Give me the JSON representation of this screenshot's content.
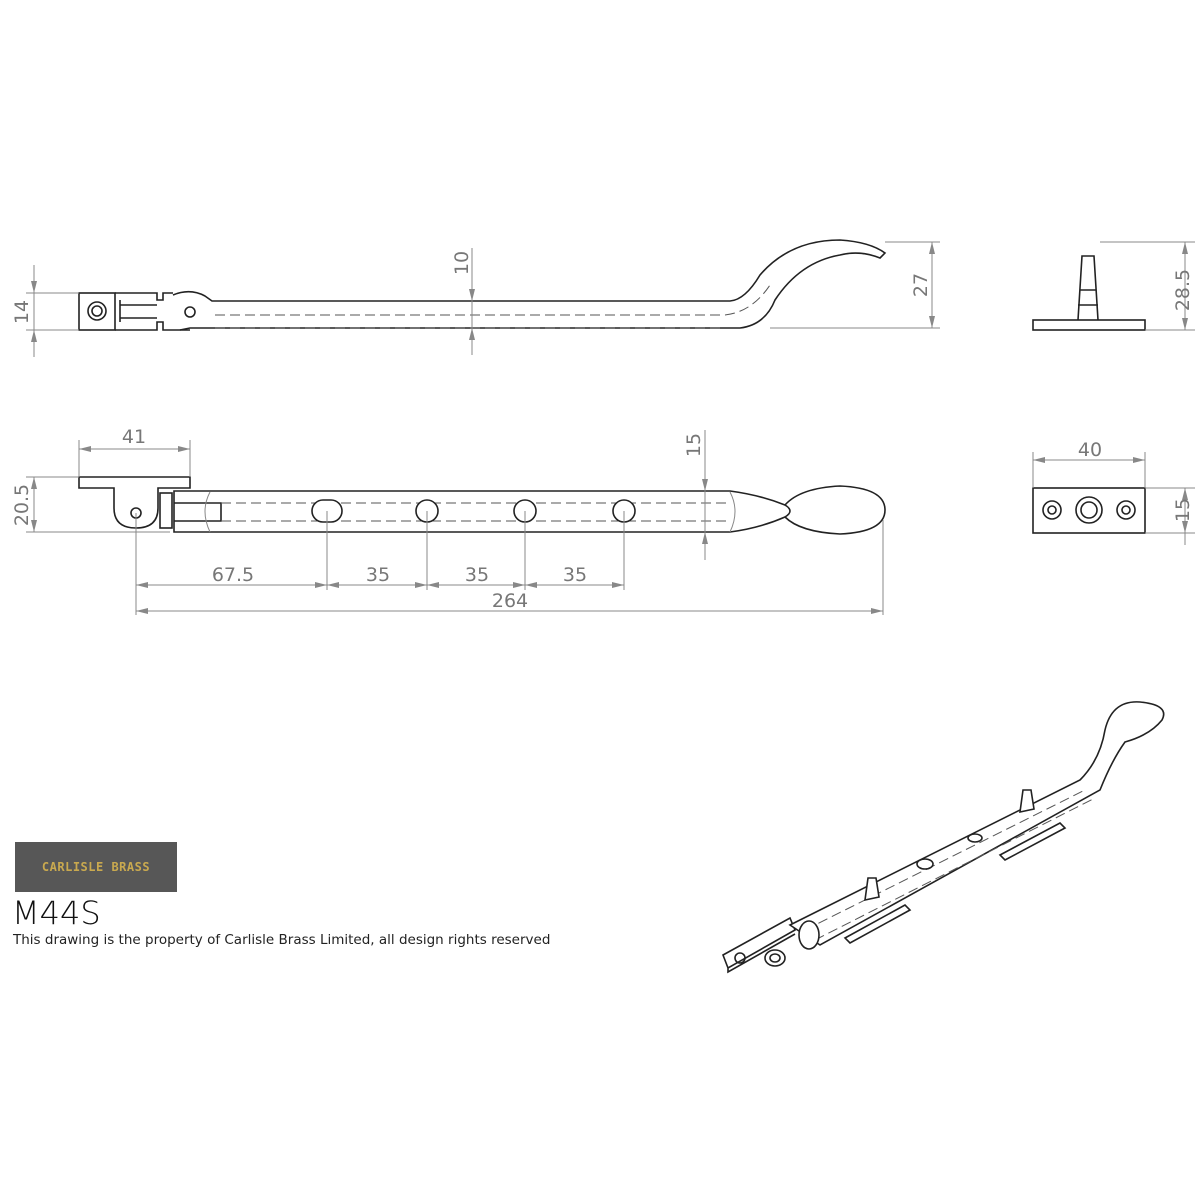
{
  "title_block": {
    "logo_text": "CARLISLE BRASS",
    "product_code": "M44S",
    "caption": "This drawing is the property of Carlisle Brass Limited, all design rights reserved",
    "logo_bg": "#575757",
    "logo_color": "#c9a94f"
  },
  "dimensions": {
    "top_height": "14",
    "bar_thickness": "10",
    "tip_height": "27",
    "pin_height": "28.5",
    "plate_width": "41",
    "bracket_height": "20.5",
    "bar_width": "15",
    "first_hole": "67.5",
    "hole_pitch_1": "35",
    "hole_pitch_2": "35",
    "hole_pitch_3": "35",
    "overall_length": "264",
    "end_plate_width": "40",
    "end_plate_height": "15"
  }
}
